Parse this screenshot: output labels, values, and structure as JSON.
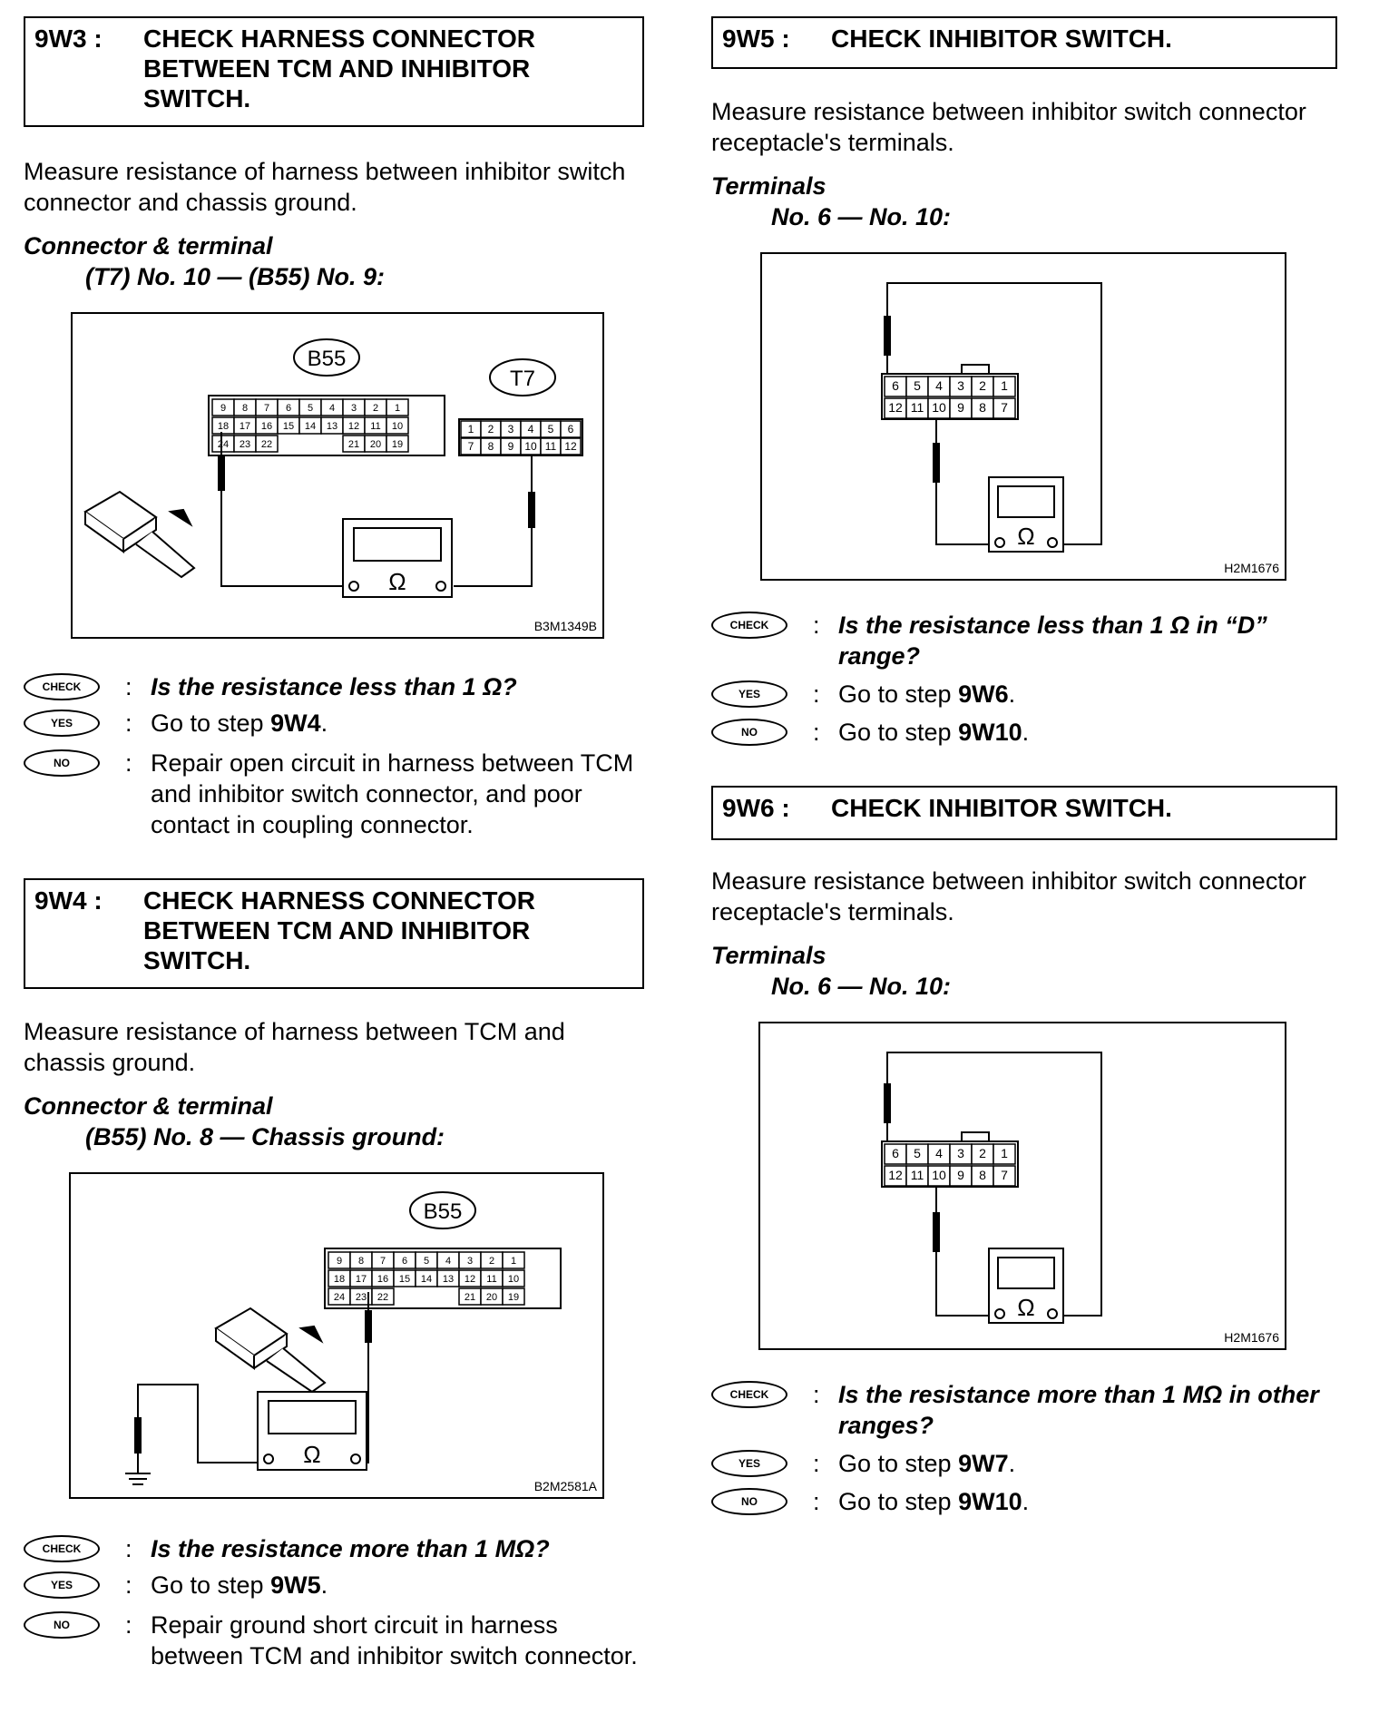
{
  "left": {
    "w3": {
      "num": "9W3 :",
      "title": "CHECK HARNESS CONNECTOR BETWEEN TCM AND INHIBITOR SWITCH.",
      "intro": "Measure resistance of harness between inhibitor switch connector and chassis ground.",
      "label1": "Connector & terminal",
      "label2": "(T7) No. 10 — (B55) No. 9:",
      "fig_code": "B3M1349B",
      "check": "Is the resistance less than 1 Ω?",
      "yes_pre": "Go to step ",
      "yes_step": "9W4",
      "yes_post": ".",
      "no": "Repair open circuit in harness between TCM and inhibitor switch connector, and poor contact in coupling connector."
    },
    "w4": {
      "num": "9W4 :",
      "title": "CHECK HARNESS CONNECTOR BETWEEN TCM AND INHIBITOR SWITCH.",
      "intro": "Measure resistance of harness between TCM and chassis ground.",
      "label1": "Connector & terminal",
      "label2": "(B55) No. 8 — Chassis ground:",
      "fig_code": "B2M2581A",
      "check": "Is the resistance more than 1 MΩ?",
      "yes_pre": "Go to step ",
      "yes_step": "9W5",
      "yes_post": ".",
      "no": "Repair ground short circuit in harness between TCM and inhibitor switch connector."
    }
  },
  "right": {
    "w5": {
      "num": "9W5 :",
      "title": "CHECK INHIBITOR SWITCH.",
      "intro": "Measure resistance between inhibitor switch connector receptacle's terminals.",
      "label1": "Terminals",
      "label2": "No. 6 — No. 10:",
      "fig_code": "H2M1676",
      "check": "Is the resistance less than 1 Ω in “D” range?",
      "yes_pre": "Go to step ",
      "yes_step": "9W6",
      "yes_post": ".",
      "no_pre": "Go to step ",
      "no_step": "9W10",
      "no_post": "."
    },
    "w6": {
      "num": "9W6 :",
      "title": "CHECK INHIBITOR SWITCH.",
      "intro": "Measure resistance between inhibitor switch connector receptacle's terminals.",
      "label1": "Terminals",
      "label2": "No. 6 — No. 10:",
      "fig_code": "H2M1676",
      "check": "Is the resistance more than 1 MΩ in other ranges?",
      "yes_pre": "Go to step ",
      "yes_step": "9W7",
      "yes_post": ".",
      "no_pre": "Go to step ",
      "no_step": "9W10",
      "no_post": "."
    }
  },
  "icons": {
    "check": "CHECK",
    "yes": "YES",
    "no": "NO"
  },
  "connectors": {
    "b55_label": "B55",
    "t7_label": "T7",
    "b55_top": [
      "9",
      "8",
      "7",
      "6",
      "5",
      "4",
      "3",
      "2",
      "1"
    ],
    "b55_mid": [
      "18",
      "17",
      "16",
      "15",
      "14",
      "13",
      "12",
      "11",
      "10"
    ],
    "b55_bot": [
      "24",
      "23",
      "22",
      "21",
      "20",
      "19"
    ],
    "t7_top": [
      "1",
      "2",
      "3",
      "4",
      "5",
      "6"
    ],
    "t7_bot": [
      "7",
      "8",
      "9",
      "10",
      "11",
      "12"
    ],
    "sw_top": [
      "6",
      "5",
      "4",
      "3",
      "2",
      "1"
    ],
    "sw_bot": [
      "12",
      "11",
      "10",
      "9",
      "8",
      "7"
    ],
    "ohm": "Ω"
  }
}
